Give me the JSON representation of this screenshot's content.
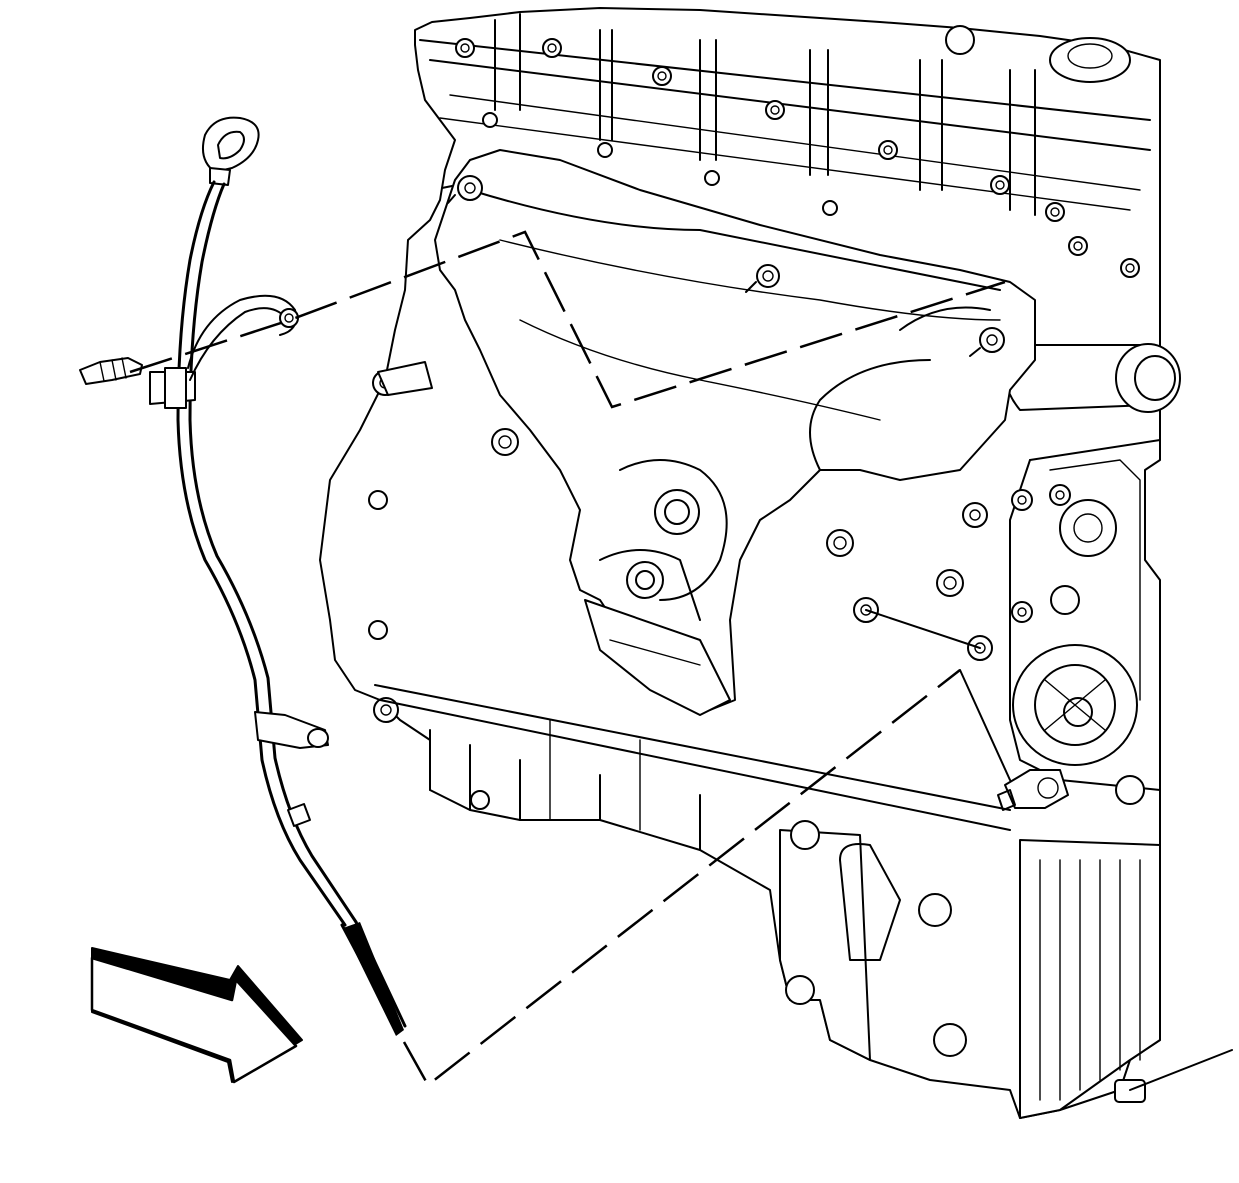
{
  "diagram": {
    "parts": [
      {
        "id": "engine-block",
        "icon": "engine-block-icon"
      },
      {
        "id": "exhaust-manifold",
        "icon": "exhaust-manifold-icon"
      },
      {
        "id": "oil-level-indicator-tube",
        "icon": "dipstick-tube-icon"
      },
      {
        "id": "dipstick-handle",
        "icon": "ring-handle-icon"
      },
      {
        "id": "tube-bolt",
        "icon": "bolt-icon"
      },
      {
        "id": "oil-pressure-sensor",
        "icon": "sensor-icon"
      },
      {
        "id": "oil-pan",
        "icon": "oil-pan-icon"
      }
    ],
    "callouts": [
      "tube-to-manifold-stud",
      "tube-end-to-block-bore"
    ],
    "arrow": {
      "icon": "front-direction-arrow-icon",
      "meaning": "vehicle front"
    },
    "colors": {
      "line": "#000000",
      "background": "#ffffff",
      "arrow_fill": "#000000"
    }
  }
}
